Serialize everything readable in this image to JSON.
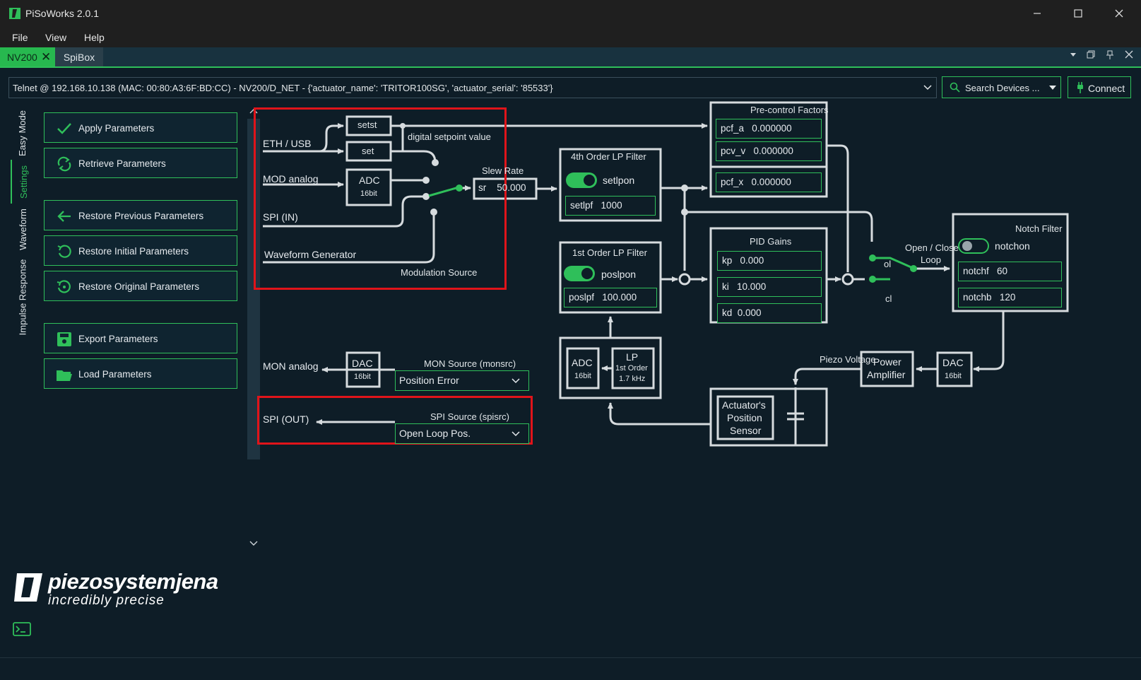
{
  "window": {
    "title": "PiSoWorks 2.0.1"
  },
  "menu": [
    "File",
    "View",
    "Help"
  ],
  "tabs": [
    {
      "label": "NV200",
      "active": true
    },
    {
      "label": "SpiBox",
      "active": false
    }
  ],
  "device": {
    "selected": "Telnet @ 192.168.10.138 (MAC: 00:80:A3:6F:BD:CC) - NV200/D_NET - {'actuator_name': 'TRITOR100SG', 'actuator_serial': '85533'}",
    "search_label": "Search Devices ...",
    "connect_label": "Connect"
  },
  "side_tabs": [
    {
      "label": "Easy Mode",
      "active": false
    },
    {
      "label": "Settings",
      "active": true
    },
    {
      "label": "Waveform",
      "active": false
    },
    {
      "label": "Impulse Response",
      "active": false
    }
  ],
  "buttons": {
    "apply": "Apply Parameters",
    "retrieve": "Retrieve Parameters",
    "restore_previous": "Restore Previous Parameters",
    "restore_initial": "Restore Initial Parameters",
    "restore_original": "Restore Original Parameters",
    "export": "Export Parameters",
    "load": "Load Parameters"
  },
  "diagram": {
    "inputs": {
      "eth_usb": "ETH / USB",
      "mod_analog": "MOD analog",
      "spi_in": "SPI (IN)",
      "waveform_gen": "Waveform Generator",
      "modulation_source": "Modulation Source",
      "setst": "setst",
      "set": "set",
      "digital_setpoint": "digital setpoint value",
      "adc_in": "ADC",
      "adc_in_bits": "16bit"
    },
    "slew": {
      "label": "Slew Rate",
      "field": "sr",
      "value": "50.000"
    },
    "lp4": {
      "title": "4th Order LP Filter",
      "toggle_label": "setlpon",
      "field": "setlpf",
      "value": "1000",
      "enabled": true
    },
    "lp1": {
      "title": "1st Order LP Filter",
      "toggle_label": "poslpon",
      "field": "poslpf",
      "value": "100.000",
      "enabled": true
    },
    "precontrol": {
      "title": "Pre-control Factors",
      "pcf_a": {
        "label": "pcf_a",
        "value": "0.000000"
      },
      "pcf_v": {
        "label": "pcv_v",
        "value": "0.000000"
      },
      "pcf_x": {
        "label": "pcf_x",
        "value": "0.000000"
      }
    },
    "pid": {
      "title": "PID Gains",
      "kp": {
        "label": "kp",
        "value": "0.000"
      },
      "ki": {
        "label": "ki",
        "value": "10.000"
      },
      "kd": {
        "label": "kd",
        "value": "0.000"
      }
    },
    "loop": {
      "title_line1": "Open / Closed",
      "title_line2": "Loop",
      "ol": "ol",
      "cl": "cl"
    },
    "notch": {
      "title": "Notch Filter",
      "toggle_label": "notchon",
      "enabled": false,
      "notchf": {
        "label": "notchf",
        "value": "60"
      },
      "notchb": {
        "label": "notchb",
        "value": "120"
      }
    },
    "mon": {
      "label": "MON analog",
      "dac": "DAC",
      "dac_bits": "16bit",
      "source_label": "MON Source (monsrc)",
      "source_value": "Position Error"
    },
    "spi_out": {
      "label": "SPI (OUT)",
      "source_label": "SPI Source (spisrc)",
      "source_value": "Open Loop Pos."
    },
    "feedback": {
      "adc": "ADC",
      "adc_bits": "16bit",
      "lp": "LP",
      "lp_order": "1st Order",
      "lp_freq": "1.7 kHz",
      "piezo_voltage": "Piezo Voltage",
      "amp_line1": "Power",
      "amp_line2": "Amplifier",
      "dac": "DAC",
      "dac_bits": "16bit",
      "sensor_line1": "Actuator's",
      "sensor_line2": "Position",
      "sensor_line3": "Sensor"
    }
  },
  "brand": {
    "name": "piezosystemjena",
    "tagline": "incredibly precise"
  },
  "colors": {
    "accent": "#2fbf5a",
    "background": "#0e1d27",
    "highlight": "#e0141a"
  }
}
